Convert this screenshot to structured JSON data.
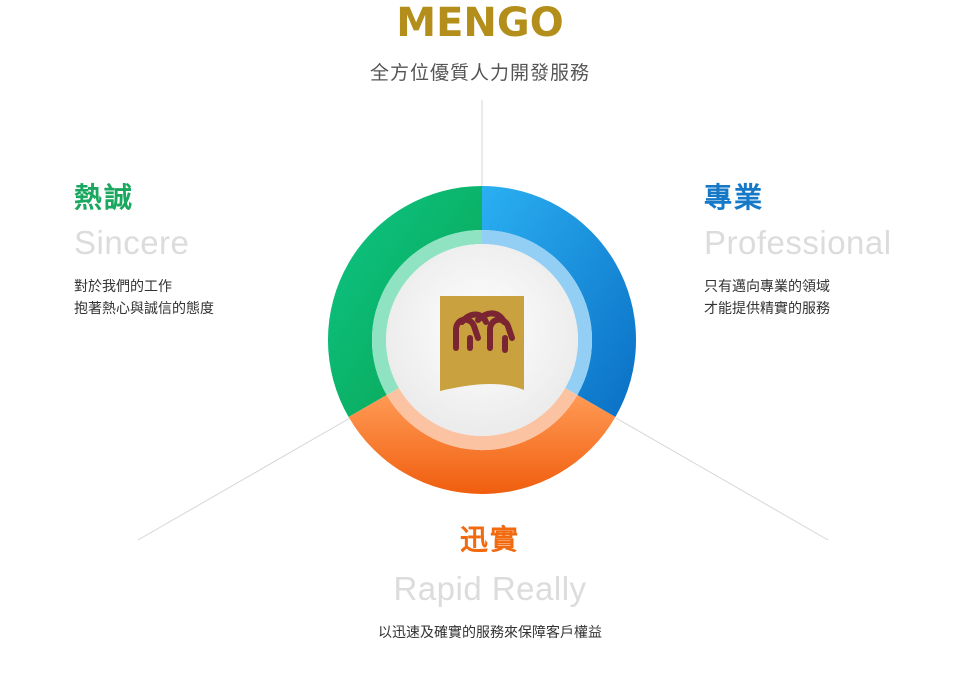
{
  "brand": {
    "title": "MENGO",
    "subtitle": "全方位優質人力開發服務"
  },
  "sections": {
    "sincere": {
      "heading": "熱誠",
      "english": "Sincere",
      "lines": [
        "對於我們的工作",
        "抱著熱心與誠信的態度"
      ],
      "color": "#1aa860"
    },
    "professional": {
      "heading": "專業",
      "english": "Professional",
      "lines": [
        "只有邁向專業的領域",
        "才能提供精實的服務"
      ],
      "color": "#1679c8"
    },
    "rapid": {
      "heading": "迅實",
      "english": "Rapid Really",
      "lines": [
        "以迅速及確實的服務來保障客戶權益"
      ],
      "color": "#f26a10"
    }
  },
  "logo": {
    "icon": "mengo-logo-icon",
    "background": "#c9a23f",
    "mark_color": "#7a2531"
  }
}
